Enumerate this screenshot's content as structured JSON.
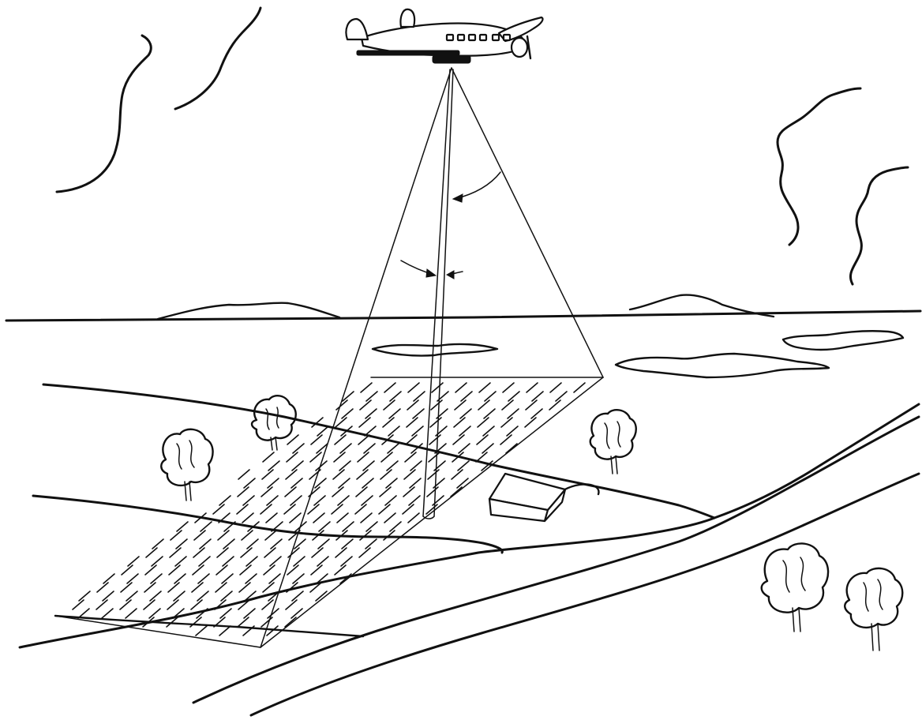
{
  "scene": {
    "subject": "",
    "elements": {
      "aircraft": "airplane",
      "clouds": "wavy-line",
      "trees": "tree",
      "building": "house",
      "scan_cone": "sensor-field-of-view"
    },
    "colors": {
      "ink": "#111111",
      "paper": "#ffffff"
    }
  }
}
